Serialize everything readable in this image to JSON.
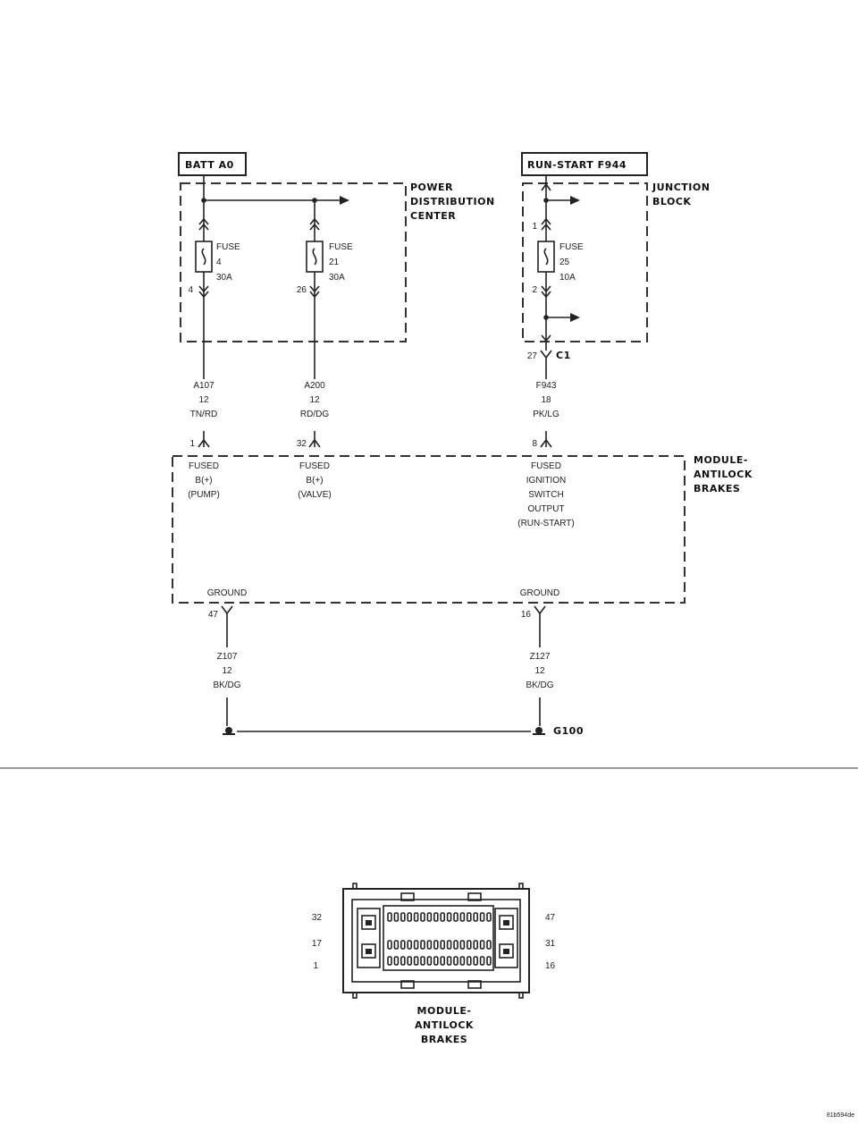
{
  "sources": {
    "batt": "BATT A0",
    "run_start": "RUN-START F944"
  },
  "blocks": {
    "pdc": [
      "POWER",
      "DISTRIBUTION",
      "CENTER"
    ],
    "jb": [
      "JUNCTION",
      "BLOCK"
    ],
    "module": [
      "MODULE-",
      "ANTILOCK",
      "BRAKES"
    ]
  },
  "fuses": [
    {
      "label": "FUSE",
      "num": "4",
      "amps": "30A",
      "pin_out": "4"
    },
    {
      "label": "FUSE",
      "num": "21",
      "amps": "30A",
      "pin_out": "26"
    },
    {
      "label": "FUSE",
      "num": "25",
      "amps": "10A",
      "pin_in": "1",
      "pin_out": "2"
    }
  ],
  "jb_connector": {
    "pin": "27",
    "name": "C1"
  },
  "wires": [
    {
      "circuit": "A107",
      "gauge": "12",
      "color": "TN/RD",
      "pin": "1"
    },
    {
      "circuit": "A200",
      "gauge": "12",
      "color": "RD/DG",
      "pin": "32"
    },
    {
      "circuit": "F943",
      "gauge": "18",
      "color": "PK/LG",
      "pin": "8"
    }
  ],
  "module_inputs": [
    [
      "FUSED",
      "B(+)",
      "(PUMP)"
    ],
    [
      "FUSED",
      "B(+)",
      "(VALVE)"
    ],
    [
      "FUSED",
      "IGNITION",
      "SWITCH",
      "OUTPUT",
      "(RUN-START)"
    ]
  ],
  "grounds": [
    {
      "label": "GROUND",
      "pin": "47",
      "circuit": "Z107",
      "gauge": "12",
      "color": "BK/DG"
    },
    {
      "label": "GROUND",
      "pin": "16",
      "circuit": "Z127",
      "gauge": "12",
      "color": "BK/DG"
    }
  ],
  "ground_point": "G100",
  "connector_view": {
    "pins_left": [
      "32",
      "17",
      "1"
    ],
    "pins_right": [
      "47",
      "31",
      "16"
    ],
    "title": [
      "MODULE-",
      "ANTILOCK",
      "BRAKES"
    ]
  },
  "figure_code": "81b594de"
}
